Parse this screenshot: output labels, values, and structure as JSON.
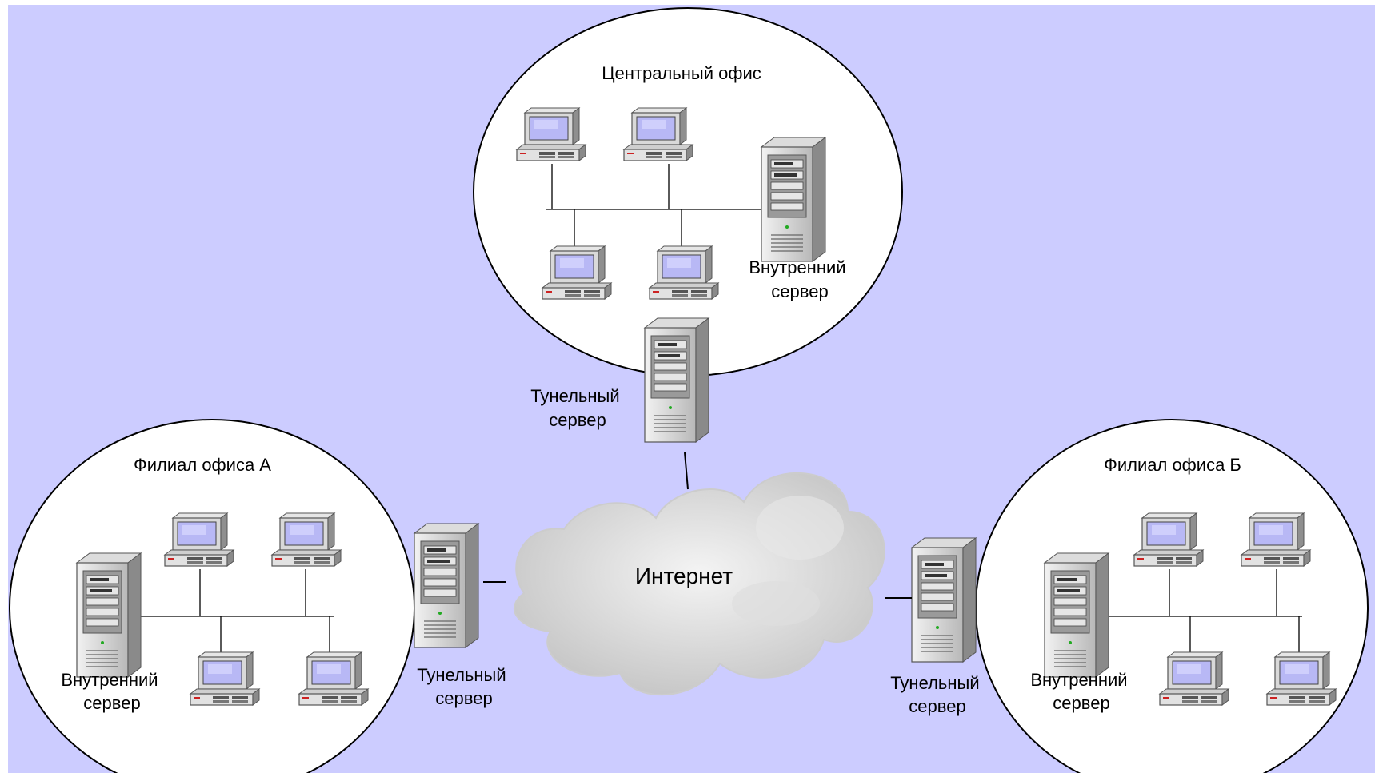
{
  "colors": {
    "background": "#CCCCFF",
    "office_fill": "#FFFFFF",
    "office_stroke": "#000000",
    "screen": "#B8B8F5"
  },
  "icons": {
    "workstation": "desktop-computer-icon",
    "server": "tower-server-icon",
    "internet": "cloud-icon"
  },
  "central_office": {
    "title": "Центральный офис",
    "internal_server_label": [
      "Внутренний",
      "сервер"
    ],
    "tunnel_server_label": [
      "Тунельный",
      "сервер"
    ]
  },
  "branch_a": {
    "title": "Филиал офиса А",
    "internal_server_label": [
      "Внутренний",
      "сервер"
    ],
    "tunnel_server_label": [
      "Тунельный",
      "сервер"
    ]
  },
  "branch_b": {
    "title": "Филиал офиса Б",
    "internal_server_label": [
      "Внутренний",
      "сервер"
    ],
    "tunnel_server_label": [
      "Тунельный",
      "сервер"
    ]
  },
  "internet": {
    "label": "Интернет"
  }
}
